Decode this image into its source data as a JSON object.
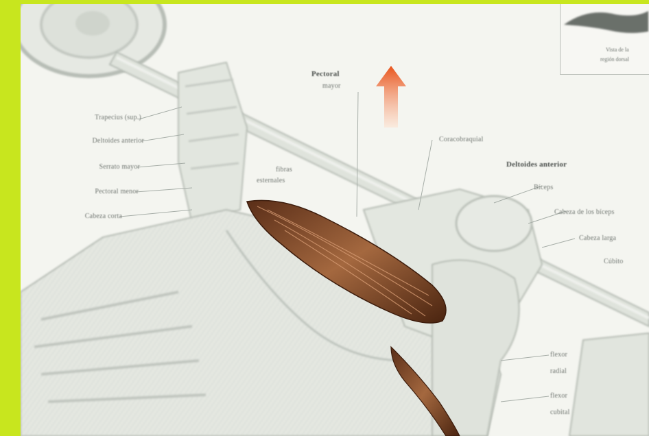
{
  "labels": {
    "anterior_left": [
      "Trapecius (sup.)",
      "Deltoides anterior",
      "Serrato mayor",
      "Pectoral menor",
      "Cabeza corta"
    ],
    "action": {
      "title": "Pectoral",
      "subtitle": "mayor"
    },
    "pec_fibers": {
      "line1": "fibras",
      "line2": "esternales"
    },
    "right_side": [
      "Coracobraquial",
      "Deltoides anterior",
      "Bíceps",
      "Cabeza de los bíceps",
      "Cabeza larga",
      "Cúbito"
    ],
    "forearm": [
      "flexor",
      "radial",
      "flexor",
      "cubital"
    ],
    "inset_caption": [
      "Vista de la",
      "región dorsal"
    ]
  },
  "colors": {
    "frame": "#c8e61e",
    "muscle_dark": "#6b3a22",
    "muscle_mid": "#a0603a",
    "arrow_top": "#e8541c",
    "arrow_bottom": "#fde0cc",
    "line": "#9aa29c"
  }
}
